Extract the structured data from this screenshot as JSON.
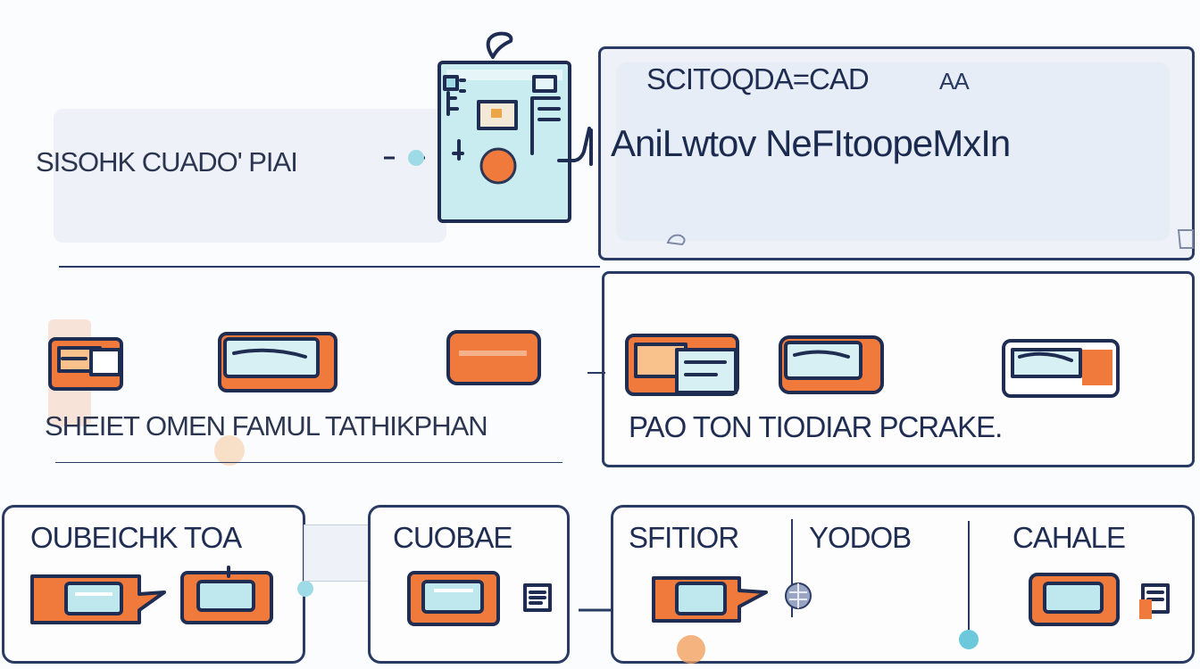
{
  "colors": {
    "ink": "#1f2d52",
    "orange": "#ef7a3c",
    "cyan": "#bfe8ee",
    "panel_bg": "#eef2f8",
    "accent_dot": "#6cc9dc"
  },
  "top": {
    "left_label": "SISOHK CUADO' PIAI",
    "device_icon": "card-reader-icon",
    "panel_title": "SCITOQDA=CAD",
    "panel_title_suffix": "AA",
    "panel_subtitle": "AniLwtov NeFItoopeMxIn"
  },
  "middle": {
    "left_caption": "SHEIET OMEN FAMUL TATHIKPHAN",
    "right_caption": "PAO TON TIODIAR PCRAKE."
  },
  "bottom": {
    "box1_title": "OUBEICHK TOA",
    "box2_title": "CUOBAE",
    "box3_title_a": "SFITIOR",
    "box3_title_b": "YODOB",
    "box3_title_c": "CAHALE"
  }
}
